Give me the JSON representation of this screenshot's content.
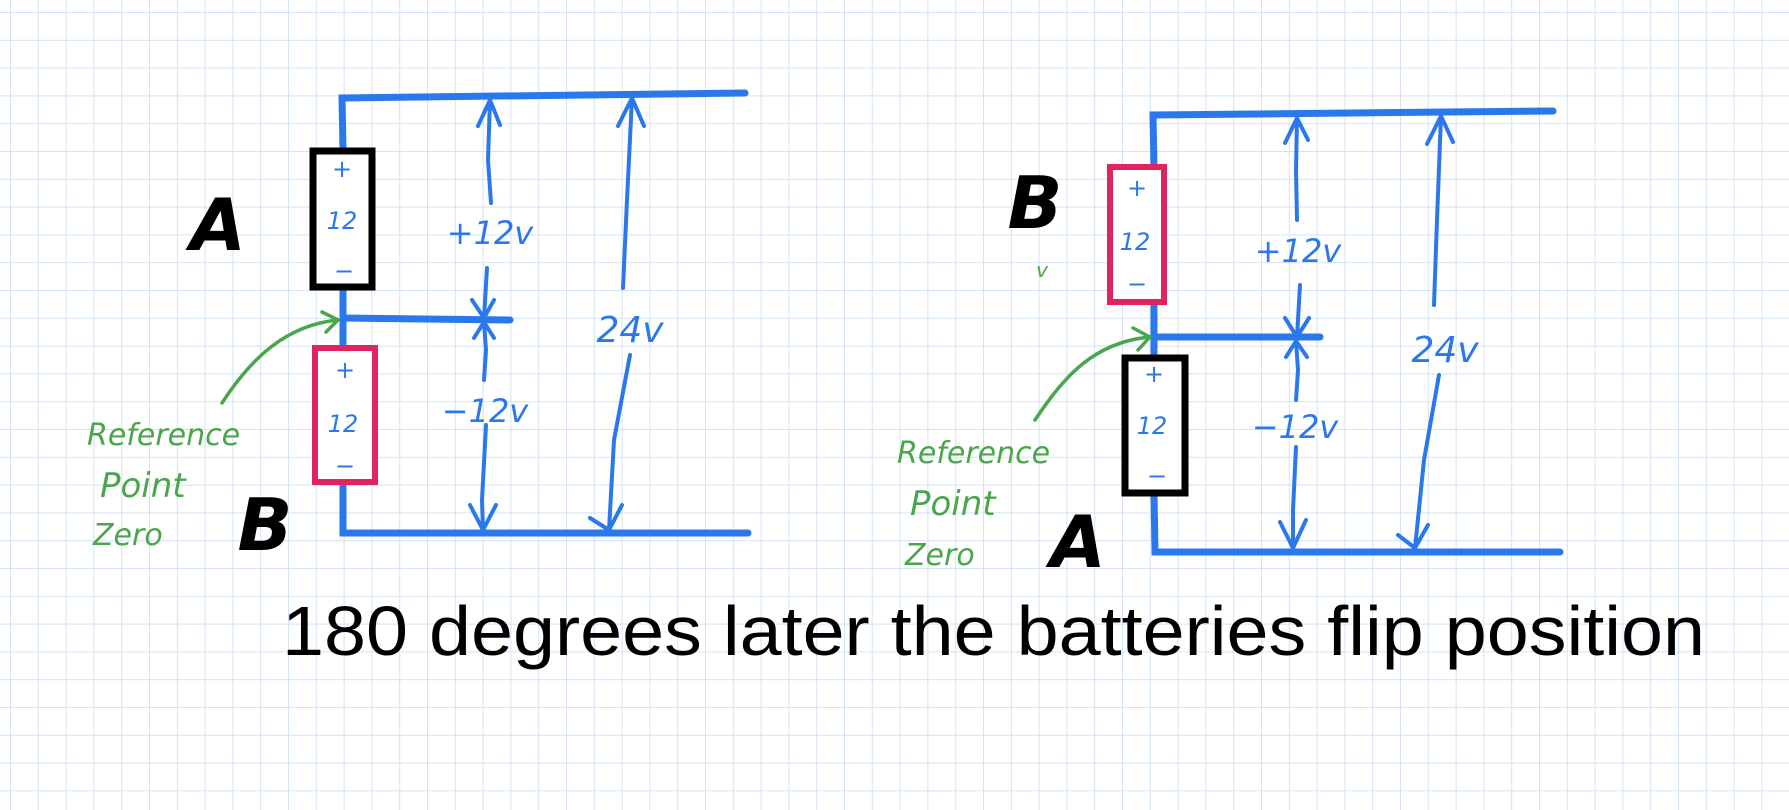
{
  "colors": {
    "wire": "#2a78ec",
    "battery_a_outline": "#000000",
    "battery_b_outline": "#e0245e",
    "annotation": "#4aa64c",
    "grid": "#d3e3f4"
  },
  "diagrams": [
    {
      "name": "before",
      "top_battery": {
        "label": "A",
        "plus": "+",
        "value": "12",
        "minus": "−",
        "outline": "black"
      },
      "bottom_battery": {
        "label": "B",
        "plus": "+",
        "value": "12",
        "minus": "−",
        "outline": "pink"
      },
      "upper_voltage": "+12v",
      "lower_voltage": "−12v",
      "total_voltage": "24v",
      "reference_label": [
        "Reference",
        "Point",
        "Zero"
      ]
    },
    {
      "name": "after",
      "top_battery": {
        "label": "B",
        "plus": "+",
        "value": "12",
        "minus": "−",
        "outline": "pink"
      },
      "bottom_battery": {
        "label": "A",
        "plus": "+",
        "value": "12",
        "minus": "−",
        "outline": "black"
      },
      "upper_voltage": "+12v",
      "lower_voltage": "−12v",
      "total_voltage": "24v",
      "reference_label": [
        "Reference",
        "Point",
        "Zero"
      ],
      "stray_mark": "v"
    }
  ],
  "caption": "180 degrees later the batteries flip position"
}
